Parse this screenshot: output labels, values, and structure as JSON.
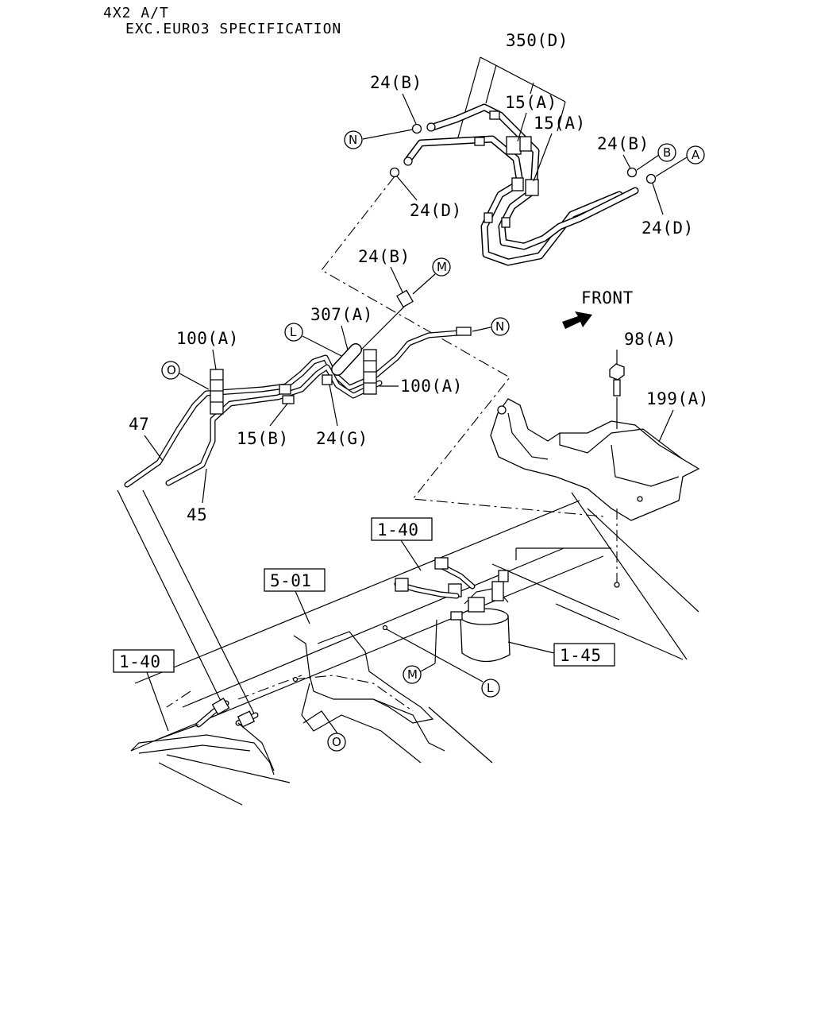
{
  "header": {
    "line1": "4X2 A/T",
    "line2": "EXC.EURO3 SPECIFICATION"
  },
  "front_label": "FRONT",
  "part_labels": {
    "p350d": "350(D)",
    "p24b_top": "24(B)",
    "p15a_1": "15(A)",
    "p15a_2": "15(A)",
    "p24b_right": "24(B)",
    "p24d_left": "24(D)",
    "p24d_right": "24(D)",
    "p24b_mid": "24(B)",
    "p307a": "307(A)",
    "p100a_left": "100(A)",
    "p100a_right": "100(A)",
    "p98a": "98(A)",
    "p199a": "199(A)",
    "p47": "47",
    "p15b": "15(B)",
    "p24g": "24(G)",
    "p45": "45"
  },
  "ref_boxes": {
    "r140_top": "1-40",
    "r501": "5-01",
    "r140_left": "1-40",
    "r145": "1-45"
  },
  "connectors": {
    "n_top": "N",
    "b_right": "B",
    "a_right": "A",
    "m_mid": "M",
    "n_mid": "N",
    "l_mid": "L",
    "o_left": "O",
    "m_bottom": "M",
    "l_bottom": "L",
    "o_bottom": "O"
  }
}
